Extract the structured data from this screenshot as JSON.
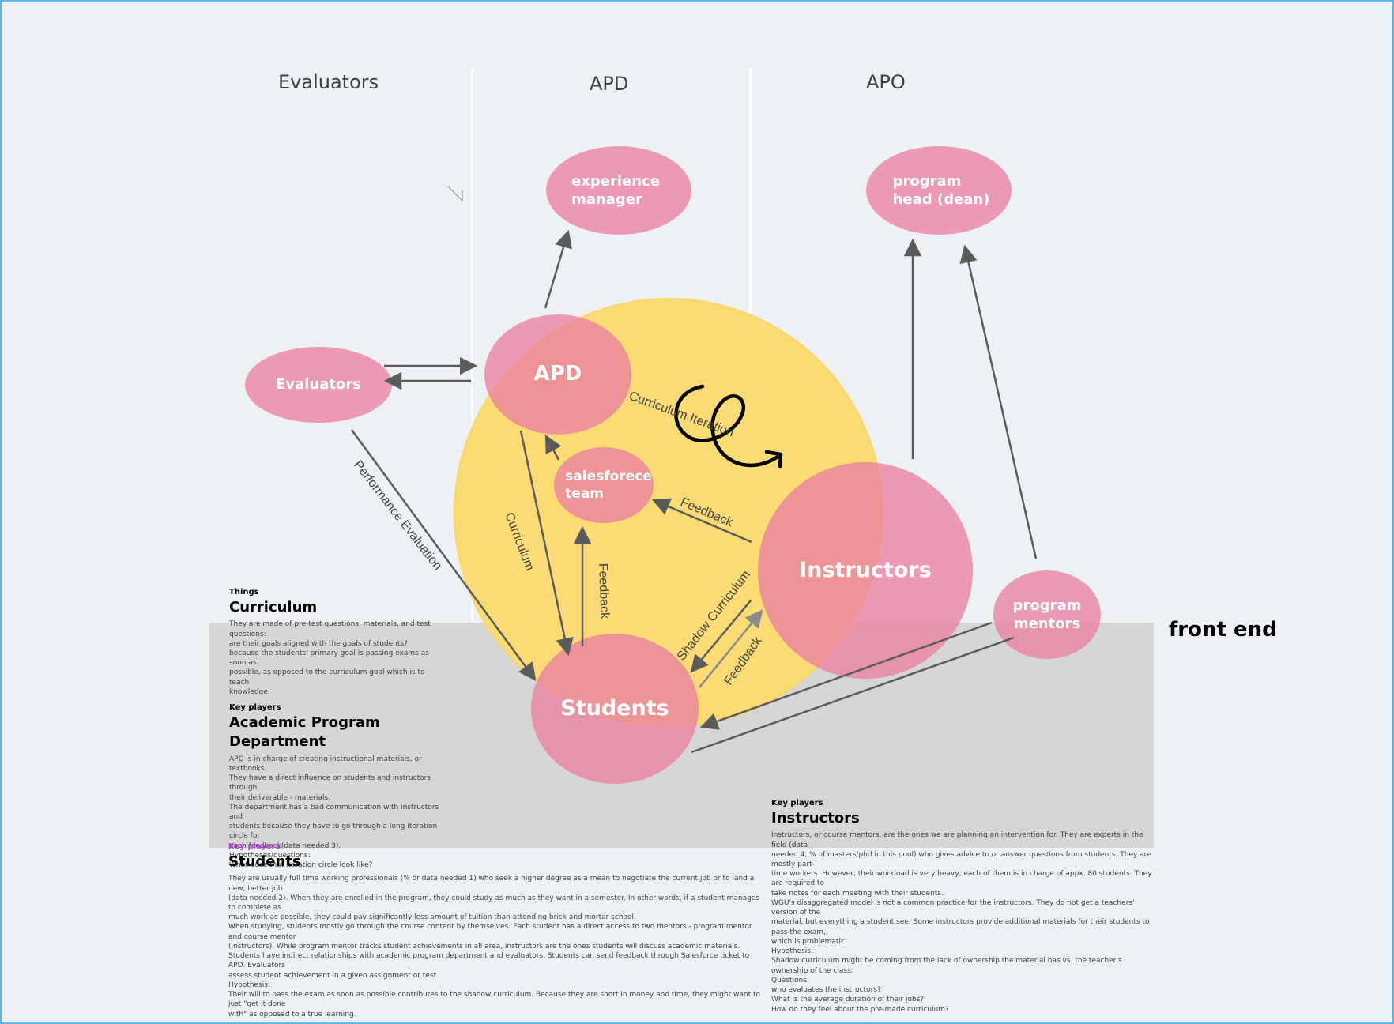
{
  "columns": {
    "evaluators": "Evaluators",
    "apd": "APD",
    "apo": "APO"
  },
  "nodes": {
    "experience_manager": [
      "experience",
      "manager"
    ],
    "program_head": [
      "program",
      "head (dean)"
    ],
    "evaluators": "Evaluators",
    "apd": "APD",
    "salesforce": [
      "salesforece",
      "team"
    ],
    "instructors": "Instructors",
    "program_mentors": [
      "program",
      "mentors"
    ],
    "students": "Students"
  },
  "edge_labels": {
    "curriculum_iteration": "Curriculum Iteration",
    "performance_evaluation": "Performance Evaluation",
    "curriculum": "Curriculum",
    "feedback_students": "Feedback",
    "feedback_instructors": "Feedback",
    "shadow_curriculum": "Shadow Curriculum",
    "feedback_lower": "Feedback"
  },
  "band_label": "front end",
  "notes": {
    "curriculum": {
      "category": "Things",
      "title": "Curriculum",
      "body": "They are made of pre-test questions, materials, and test\nquestions:\nare their goals aligned with the goals of students?\nbecause the students' primary goal is passing exams as soon as\npossible, as opposed to the curriculum goal which is to teach\nknowledge."
    },
    "apd": {
      "category": "Key players",
      "title": "Academic Program\nDepartment",
      "body": "APD is in charge of creating instructional materials, or textbooks.\nThey have a direct influence on students and instructors through\ntheir deliverable - materials.\nThe department has a bad communication with instructors and\nstudents because they have to go through a long iteration circle for\neach feedback(data needed 3).\nHypotheses/questions:\nWhat does that iteration circle look like?"
    },
    "students": {
      "category": "Key players",
      "title": "Students",
      "body": "They are usually full time working professionals (% or data needed 1) who seek a higher degree as a mean to negotiate the current job or to land a new, better job\n(data needed 2). When they are enrolled in the program, they could study as much as they want in a semester. In other words, if a student manages to complete as\nmuch work as possible, they could pay significantly less amount of tuition than attending brick and mortar school.\nWhen studying, students mostly go through the course content by themselves. Each student has a direct access to two mentors - program mentor and course mentor\n(instructors). While program mentor tracks student achievements in all area, instructors are the ones students will discuss academic materials.\nStudents have indirect relationships with academic program department and evaluators. Students can send feedback through Salesforce ticket to APD. Evaluators\nassess student achievement in a given assignment or test\nHypothesis:\nTheir will to pass the exam as soon as possible contributes to the shadow curriculum. Because they are short in money and time, they might want to just \"get it done\nwith\" as opposed to a true learning."
    },
    "instructors": {
      "category": "Key players",
      "title": "Instructors",
      "body": "Instructors, or course mentors, are the ones we are planning an intervention for. They are experts in the field (data\nneeded 4, % of masters/phd in this pool) who gives advice to or answer questions from students. They are mostly part-\ntime workers. However, their workload is very heavy, each of them is in charge of appx. 80 students. They are required to\ntake notes for each meeting with their students.\nWGU's disaggregated model is not a common practice for the instructors. They do not get a teachers' version of the\nmaterial, but everything a student see. Some instructors provide additional materials for their students to pass the exam,\nwhich is problematic.\nHypothesis:\nShadow curriculum might be coming from the lack of ownership the material has vs. the teacher's ownership of the class.\nQuestions:\nwho evaluates the instructors?\nWhat is the average duration of their jobs?\nHow do they feel about the pre-made curriculum?"
    }
  },
  "colors": {
    "node_pink": "#ec80a0",
    "circle_yellow": "#fbdb74",
    "band_gray": "#d6d6d6",
    "arrow_gray": "#5b5b5b",
    "canvas": "#eef1f3",
    "frame_blue": "#5ab8ea"
  }
}
